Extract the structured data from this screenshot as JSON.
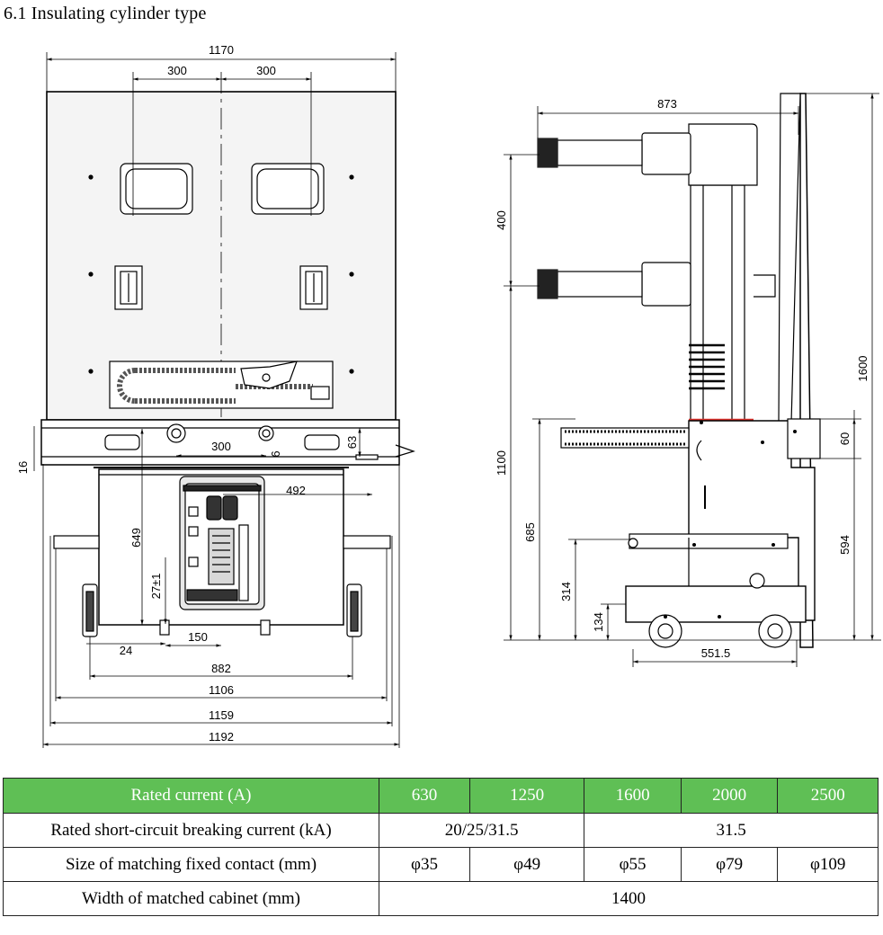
{
  "heading": "6.1 Insulating cylinder type",
  "front_view": {
    "dims": {
      "overall_top": "1170",
      "window_left": "300",
      "window_right": "300",
      "mid_span": "300",
      "left_small": "16",
      "bracket_63": "63",
      "small_6": "6",
      "offset_492": "492",
      "height_649": "649",
      "height_27": "27±1",
      "bottom_24": "24",
      "bottom_150": "150",
      "bottom_882": "882",
      "bottom_1106": "1106",
      "bottom_1159": "1159",
      "bottom_1192": "1192"
    }
  },
  "side_view": {
    "dims": {
      "depth_873": "873",
      "pitch_400": "400",
      "height_1600": "1600",
      "height_1100": "1100",
      "height_685": "685",
      "height_314": "314",
      "height_134": "134",
      "height_594": "594",
      "height_60": "60",
      "base_551": "551.5"
    }
  },
  "table": {
    "header": {
      "label": "Rated current (A)",
      "values": [
        "630",
        "1250",
        "1600",
        "2000",
        "2500"
      ]
    },
    "breaking": {
      "label": "Rated short-circuit breaking current (kA)",
      "left": "20/25/31.5",
      "right": "31.5"
    },
    "contact": {
      "label": "Size of matching fixed contact (mm)",
      "values": [
        "φ35",
        "φ49",
        "φ55",
        "φ79",
        "φ109"
      ]
    },
    "cabinet": {
      "label": "Width of matched cabinet (mm)",
      "value": "1400"
    }
  },
  "colors": {
    "table_header": "#5fbf55",
    "accent_line": "#d9302a"
  }
}
